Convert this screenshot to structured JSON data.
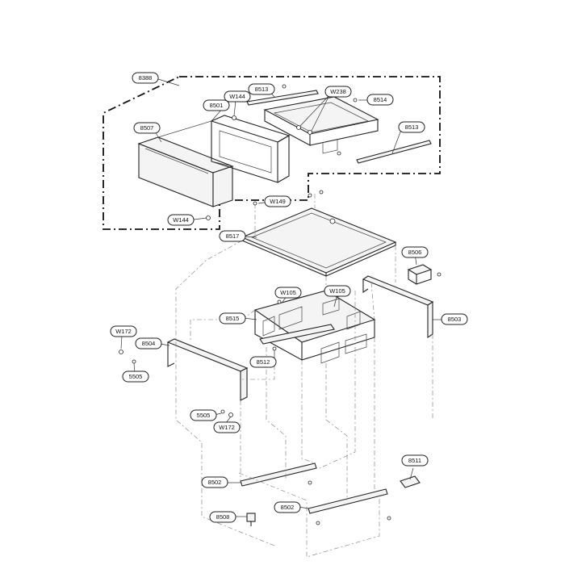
{
  "labels": {
    "l8388": "8388",
    "l8513a": "8513",
    "lW144a": "W144",
    "lW238": "W238",
    "l8514": "8514",
    "l8501": "8501",
    "l8507": "8507",
    "l8513b": "8513",
    "lW144b": "W144",
    "lW149": "W149",
    "l8517": "8517",
    "l8506": "8506",
    "lW105a": "W105",
    "lW105b": "W105",
    "l8515": "8515",
    "l8503": "8503",
    "lW172a": "W172",
    "l8504": "8504",
    "l8512": "8512",
    "l5505a": "5505",
    "l5505b": "5505",
    "lW172b": "W172",
    "l8511": "8511",
    "l8502a": "8502",
    "l8508": "8508",
    "l8502b": "8502"
  }
}
